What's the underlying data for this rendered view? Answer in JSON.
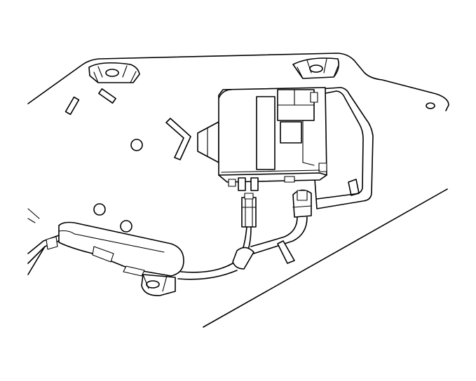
{
  "figure": {
    "kind": "technical line drawing",
    "parts": [
      "panel",
      "mounting-bracket",
      "module",
      "wiring-harness",
      "connector",
      "clip"
    ],
    "colors": {
      "stroke": "#000000",
      "background": "#ffffff"
    }
  }
}
